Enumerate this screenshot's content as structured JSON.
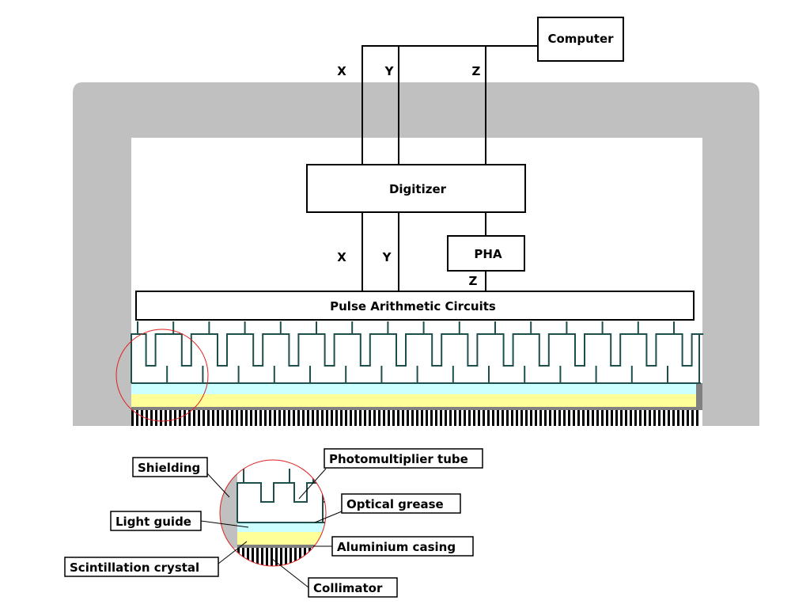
{
  "boxes": {
    "computer": "Computer",
    "digitizer": "Digitizer",
    "pha": "PHA",
    "pulse": "Pulse Arithmetic Circuits"
  },
  "signals": {
    "top_x": "X",
    "top_y": "Y",
    "top_z": "Z",
    "mid_x": "X",
    "mid_y": "Y",
    "mid_z": "Z"
  },
  "callouts": {
    "shielding": "Shielding",
    "light_guide": "Light guide",
    "scintillation_crystal": "Scintillation crystal",
    "photomultiplier_tube": "Photomultiplier tube",
    "optical_grease": "Optical grease",
    "aluminium_casing": "Aluminium casing",
    "collimator": "Collimator"
  },
  "colors": {
    "shielding": "#c0c0c0",
    "light_guide": "#ccffff",
    "scintillation_crystal": "#ffff99",
    "tube_outline": "#1d4f4c",
    "detail_circle": "#e02020",
    "aluminium_casing": "#808080"
  }
}
